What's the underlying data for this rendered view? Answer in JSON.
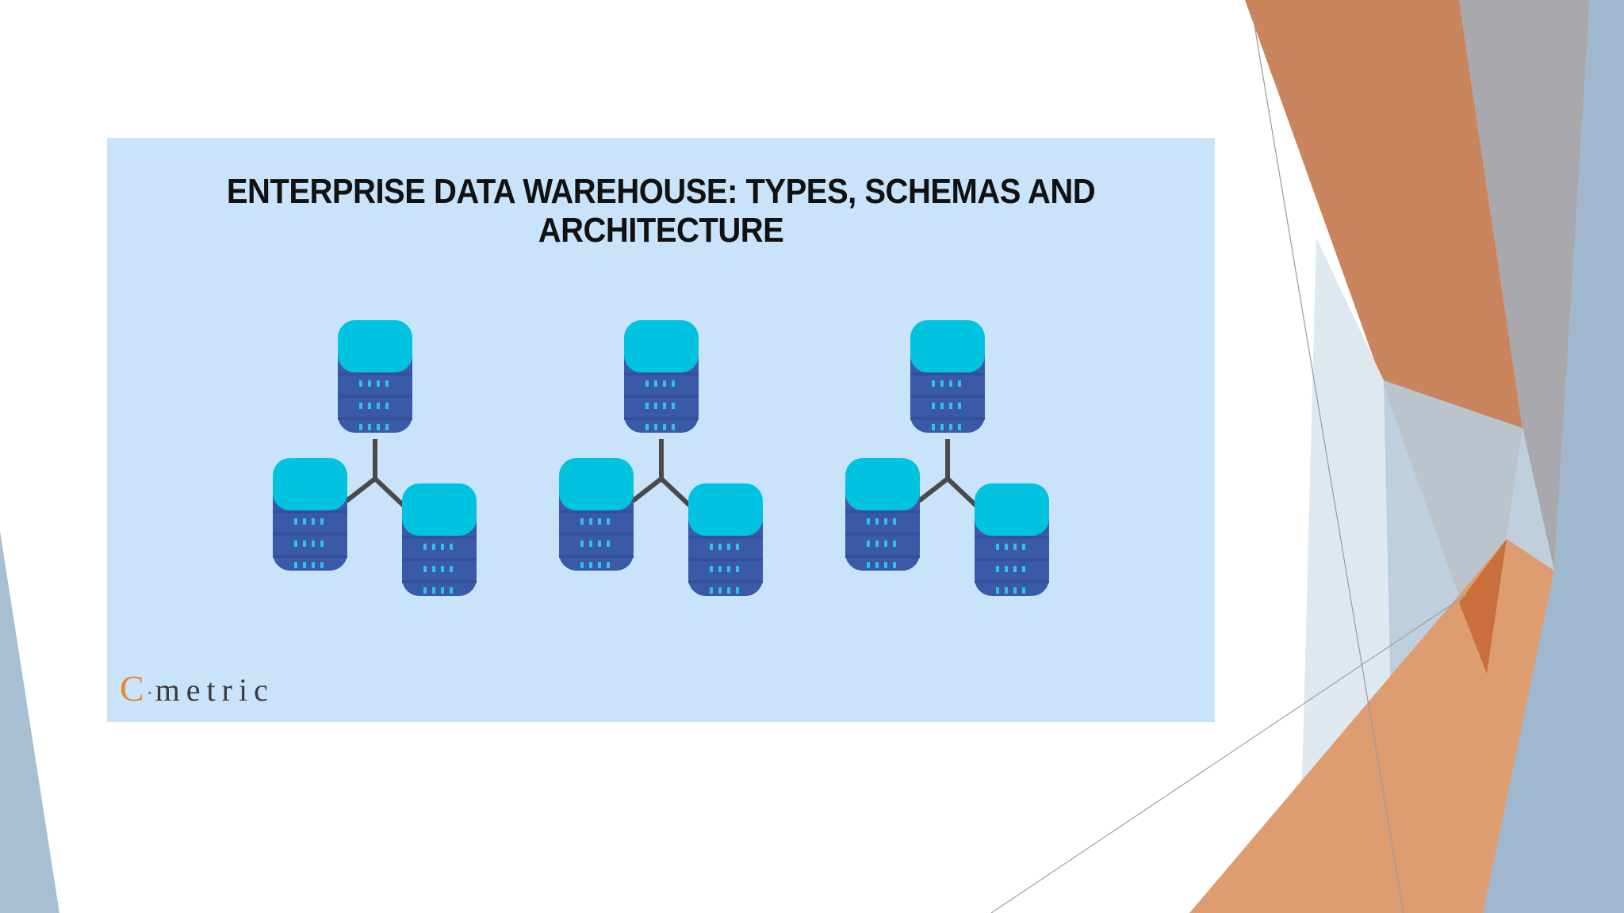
{
  "banner": {
    "title": "ENTERPRISE DATA WAREHOUSE: TYPES, SCHEMAS AND ARCHITECTURE"
  },
  "logo": {
    "initial": "C",
    "separator": "·",
    "rest": "metric"
  },
  "colors": {
    "banner_bg": "#c9e3fa",
    "db_top": "#00c3e0",
    "db_body": "#3a5aa8",
    "db_led": "#2cc2ea",
    "connector": "#4a4a4a",
    "accent_orange": "#c8784a",
    "accent_blue": "#8fb0cc"
  },
  "icons": [
    "database-cluster-icon",
    "database-cluster-icon",
    "database-cluster-icon"
  ]
}
